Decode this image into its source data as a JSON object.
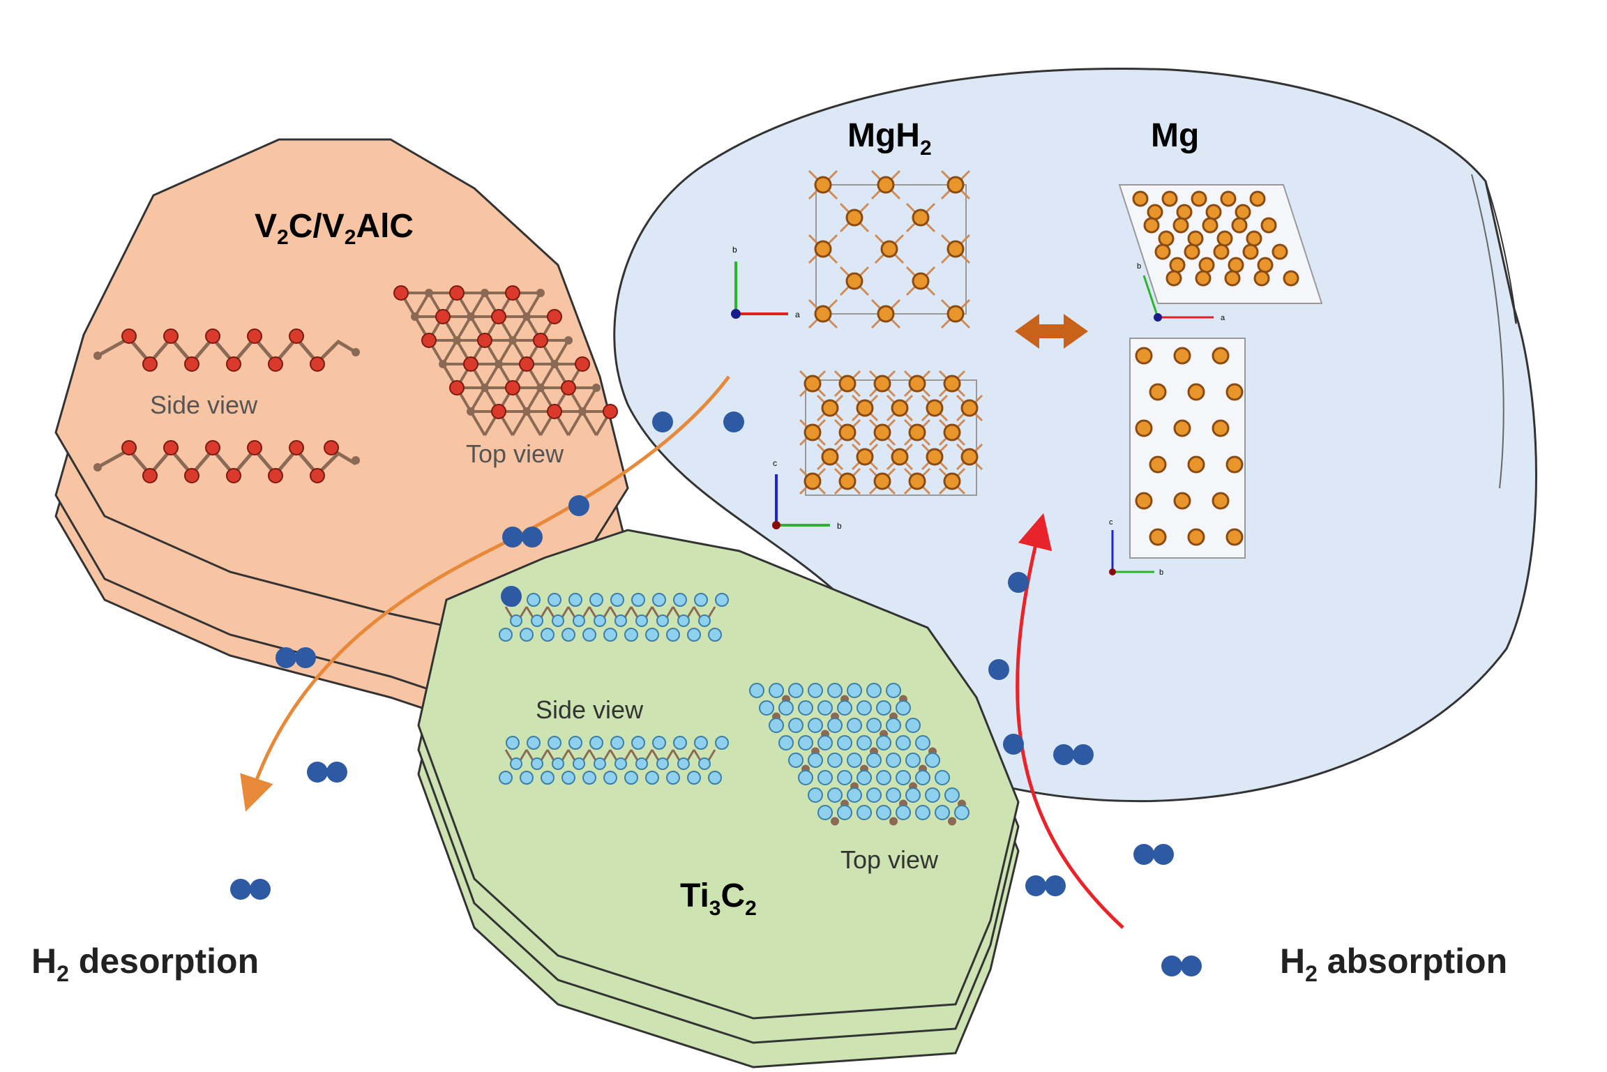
{
  "labels": {
    "v2c_title": {
      "main": "V",
      "sub1": "2",
      "mid": "C/V",
      "sub2": "2",
      "end": "AlC"
    },
    "ti3c2_title": {
      "main": "Ti",
      "sub1": "3",
      "mid": "C",
      "sub2": "2"
    },
    "mgh2_title": {
      "main": "MgH",
      "sub": "2"
    },
    "mg_title": "Mg",
    "side_view": "Side view",
    "top_view": "Top view",
    "h2_desorption": {
      "pre": "H",
      "sub": "2",
      "post": " desorption"
    },
    "h2_absorption": {
      "pre": "H",
      "sub": "2",
      "post": " absorption"
    },
    "axis_a": "a",
    "axis_b": "b",
    "axis_c": "c"
  },
  "colors": {
    "orange_sheet": "#f7c4a4",
    "green_sheet": "#cde4b2",
    "blue_blob": "#deeaf7",
    "h2_molecule": "#2d5aa3",
    "desorption_arrow": "#e8893a",
    "absorption_arrow": "#e8232a",
    "mg_atom": "#e8962c",
    "o_atom": "#d93a2b",
    "ti_atom": "#8fd0ee",
    "c_atom": "#8a6a55"
  }
}
